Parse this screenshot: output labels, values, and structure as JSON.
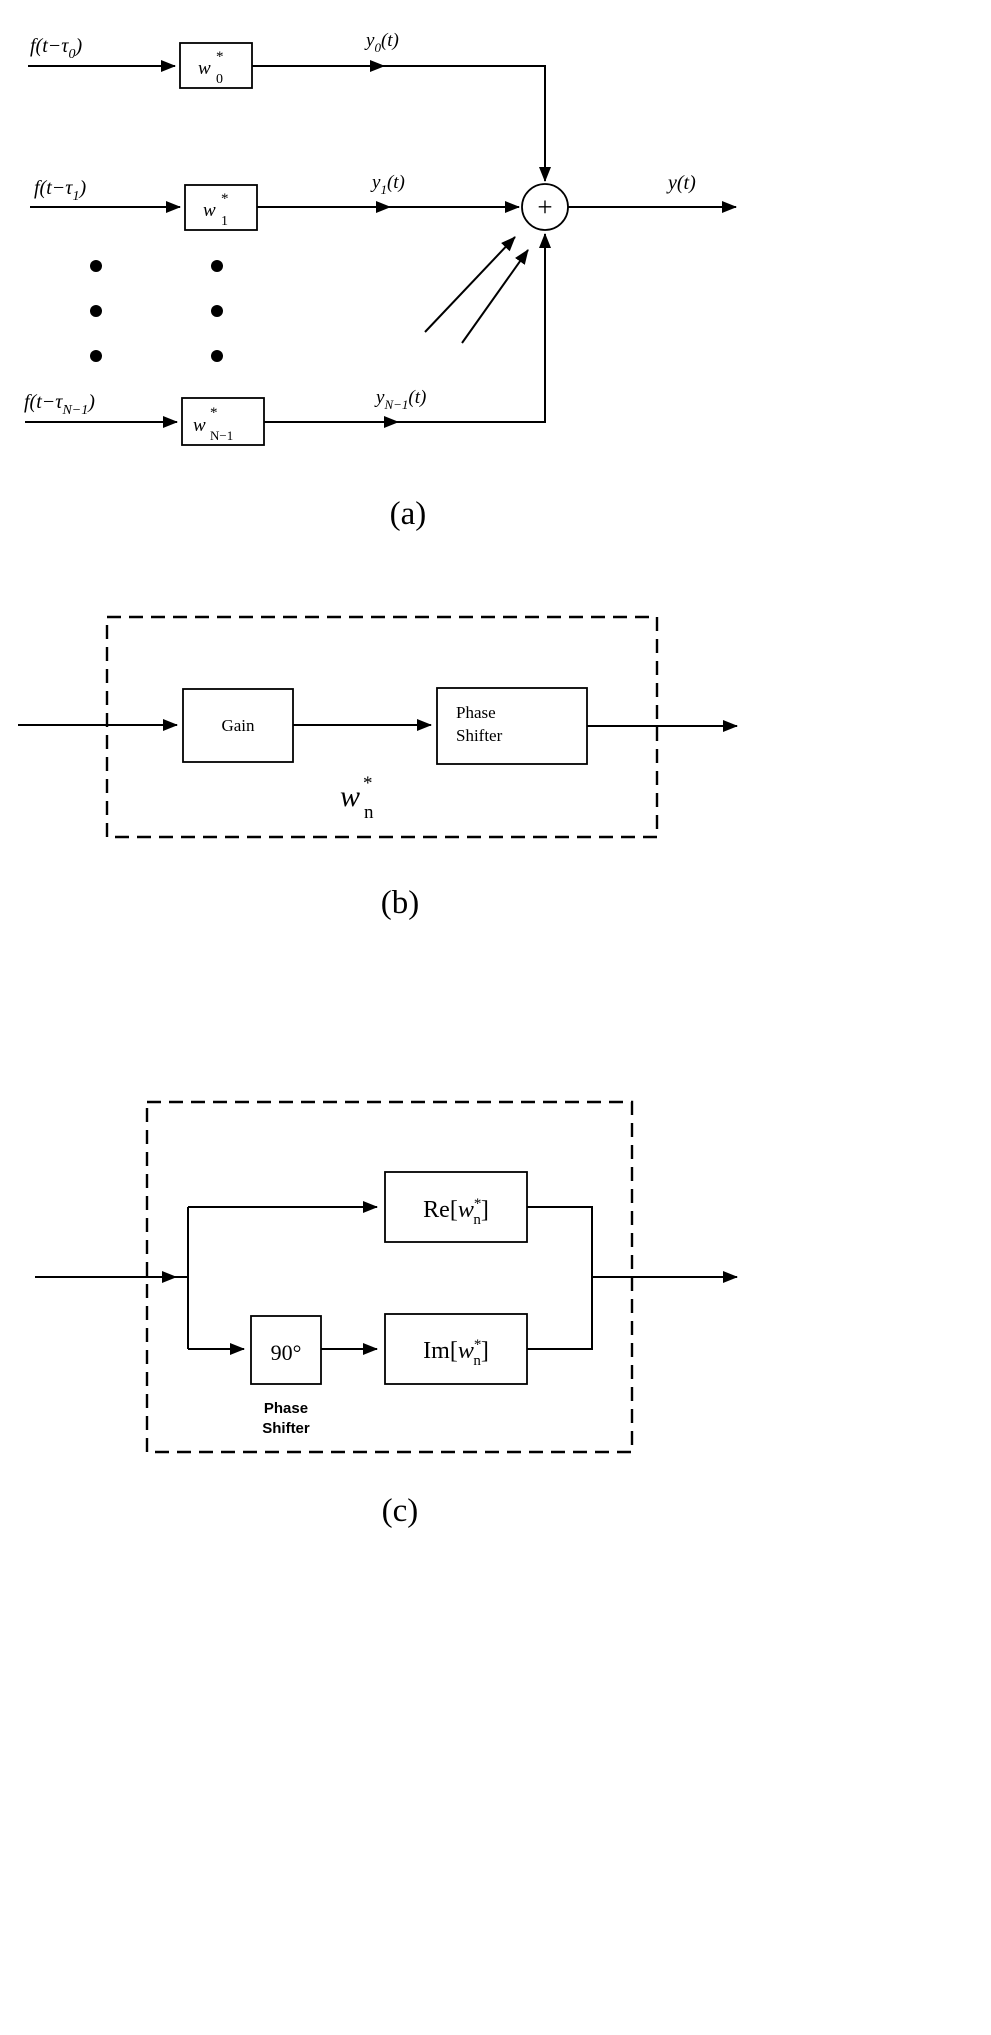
{
  "figure": {
    "colors": {
      "background": "#ffffff",
      "ink": "#000000"
    },
    "part_a": {
      "caption": "(a)",
      "rows": [
        {
          "input_base": "f(t−τ",
          "input_sub": "0",
          "input_close": ")",
          "weight_base": "w",
          "weight_sup": "*",
          "weight_sub": "0",
          "tap_base": "y",
          "tap_sub": "0",
          "tap_close": "(t)"
        },
        {
          "input_base": "f(t−τ",
          "input_sub": "1",
          "input_close": ")",
          "weight_base": "w",
          "weight_sup": "*",
          "weight_sub": "1",
          "tap_base": "y",
          "tap_sub": "1",
          "tap_close": "(t)"
        },
        {
          "input_base": "f(t−τ",
          "input_sub": "N−1",
          "input_close": ")",
          "weight_base": "w",
          "weight_sup": "*",
          "weight_sub": "N−1",
          "tap_base": "y",
          "tap_sub": "N−1",
          "tap_close": "(t)"
        }
      ],
      "summer_symbol": "+",
      "output_label": "y(t)"
    },
    "part_b": {
      "caption": "(b)",
      "gain_label": "Gain",
      "phase_line1": "Phase",
      "phase_line2": "Shifter",
      "weight_base": "w",
      "weight_sup": "*",
      "weight_sub": "n"
    },
    "part_c": {
      "caption": "(c)",
      "re_open": "Re[",
      "im_open": "Im[",
      "w_base": "w",
      "w_sup": "*",
      "w_sub": "n",
      "bracket_close": "]",
      "ninety_label": "90°",
      "phase_line1": "Phase",
      "phase_line2": "Shifter"
    }
  }
}
